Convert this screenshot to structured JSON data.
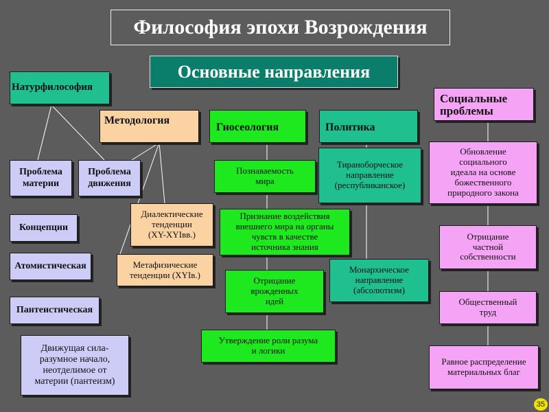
{
  "title": "Философия эпохи Возрождения",
  "subtitle": "Основные направления",
  "page_number": "35",
  "categories": {
    "naturphilosophy": "Натурфилософия",
    "methodology": "Методология",
    "gnoseology": "Гносеология",
    "politics": "Политика",
    "social": "Социальные\nпроблемы"
  },
  "naturphilosophy_items": {
    "matter": "Проблема\nматерии",
    "motion": "Проблема\nдвижения",
    "concepts": "Концепции",
    "atomistic": "Атомистическая",
    "pantheistic": "Пантеистическая",
    "driving_force": "Движущая сила-\nразумное начало,\nнеотделимое от\nматерии (пантеизм)"
  },
  "methodology_items": {
    "dialectic": "Диалектические\nтенденции\n(ХY-ХYIвв.)",
    "metaphysic": "Метафизические\nтенденции (ХYIв.)"
  },
  "gnoseology_items": {
    "cognizability": "Познаваемость\nмира",
    "recognition": "Признание воздействия\nвнешнего мира на органы\nчувств в качестве\nисточника  знания",
    "denial_innate": "Отрицание\nврожденных\nидей",
    "reason": "Утверждение роли разума\nи логики"
  },
  "politics_items": {
    "tyrannicide": "Тираноборческое\nнаправление\n(республиканское)",
    "monarchic": "Монархическое\nнаправление\n(абсолютизм)"
  },
  "social_items": {
    "renewal": "Обновление\nсоциального\nидеала на основе\nбожественного\nприродного закона",
    "denial_property": "Отрицание\nчастной\nсобственности",
    "labor": "Общественный\nтруд",
    "distribution": "Равное распределение\nматериальных благ"
  },
  "colors": {
    "background": "#5c5c5c",
    "subtitle_bg": "#0b7e6b",
    "teal": "#1fbf8f",
    "lavender": "#ccccf7",
    "peach": "#fbd3a3",
    "green": "#1ee81e",
    "pink": "#f5a3f5"
  }
}
